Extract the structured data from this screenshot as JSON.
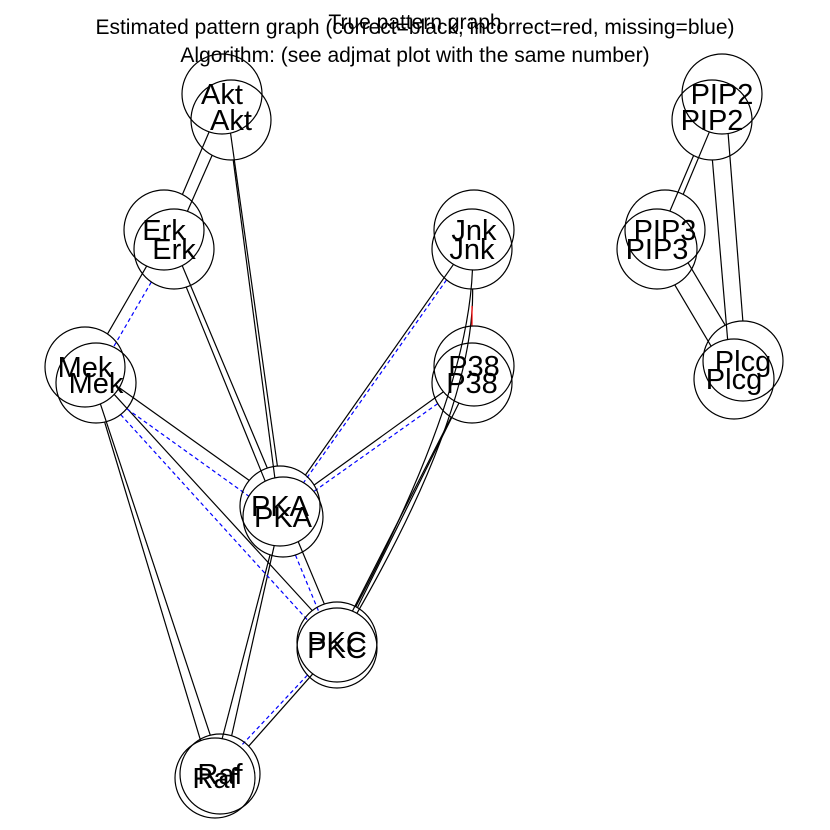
{
  "titles": {
    "estimated": "Estimated pattern graph (correct=black, incorrect=red, missing=blue)",
    "algorithm": "Algorithm: (see adjmat plot with the same number)",
    "true_graph": "True pattern graph"
  },
  "nodes": {
    "akt": "Akt",
    "pip2": "PIP2",
    "erk": "Erk",
    "jnk": "Jnk",
    "pip3": "PIP3",
    "mek": "Mek",
    "p38": "P38",
    "plcg": "Plcg",
    "pka": "PKA",
    "pkc": "PKC",
    "raf": "Raf"
  },
  "legend_colors": {
    "correct": "#000000",
    "incorrect": "#ff0000",
    "missing": "#0000ff"
  },
  "edges": {
    "true_graph": [
      [
        "akt",
        "erk"
      ],
      [
        "akt",
        "pka"
      ],
      [
        "erk",
        "mek"
      ],
      [
        "erk",
        "pka"
      ],
      [
        "mek",
        "pka"
      ],
      [
        "mek",
        "pkc"
      ],
      [
        "mek",
        "raf"
      ],
      [
        "jnk",
        "pka"
      ],
      [
        "jnk",
        "pkc"
      ],
      [
        "p38",
        "pka"
      ],
      [
        "p38",
        "pkc"
      ],
      [
        "pka",
        "pkc"
      ],
      [
        "pka",
        "raf"
      ],
      [
        "pkc",
        "raf"
      ],
      [
        "pip2",
        "pip3"
      ],
      [
        "pip2",
        "plcg"
      ],
      [
        "pip3",
        "plcg"
      ]
    ],
    "estimated_graph": [
      {
        "from": "akt",
        "to": "erk",
        "status": "correct"
      },
      {
        "from": "akt",
        "to": "pka",
        "status": "correct"
      },
      {
        "from": "erk",
        "to": "mek",
        "status": "missing"
      },
      {
        "from": "erk",
        "to": "pka",
        "status": "correct"
      },
      {
        "from": "mek",
        "to": "pka",
        "status": "missing"
      },
      {
        "from": "mek",
        "to": "pkc",
        "status": "missing"
      },
      {
        "from": "mek",
        "to": "raf",
        "status": "correct"
      },
      {
        "from": "jnk",
        "to": "pka",
        "status": "missing"
      },
      {
        "from": "jnk",
        "to": "pkc",
        "status": "correct"
      },
      {
        "from": "jnk",
        "to": "p38",
        "status": "incorrect"
      },
      {
        "from": "p38",
        "to": "pka",
        "status": "missing"
      },
      {
        "from": "p38",
        "to": "pkc",
        "status": "correct"
      },
      {
        "from": "pka",
        "to": "pkc",
        "status": "missing"
      },
      {
        "from": "pka",
        "to": "raf",
        "status": "correct"
      },
      {
        "from": "pkc",
        "to": "raf",
        "status": "missing"
      },
      {
        "from": "pip2",
        "to": "pip3",
        "status": "correct"
      },
      {
        "from": "pip2",
        "to": "plcg",
        "status": "correct"
      },
      {
        "from": "pip3",
        "to": "plcg",
        "status": "correct"
      }
    ]
  }
}
